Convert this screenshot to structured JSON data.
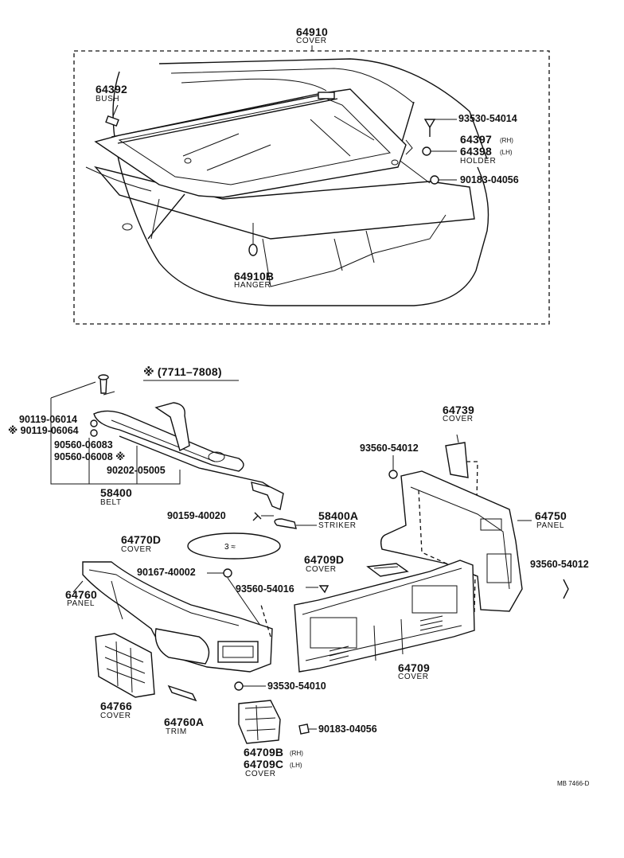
{
  "diagram": {
    "top_group": {
      "cover": {
        "part_no": "64910",
        "name": "COVER"
      },
      "bush": {
        "part_no": "64392",
        "name": "BUSH"
      },
      "screw_a": {
        "part_no": "93530-54014"
      },
      "holder": {
        "part_no_rh": "64397",
        "rh": "(RH)",
        "part_no_lh": "64398",
        "lh": "(LH)",
        "name": "HOLDER"
      },
      "clip_a": {
        "part_no": "90183-04056"
      },
      "hanger": {
        "part_no": "64910B",
        "name": "HANGER"
      }
    },
    "bottom_group": {
      "note": "※ (7711–7808)",
      "bolt_1": "90119-06014",
      "bolt_2": "※ 90119-06064",
      "washer_1": "90560-06083",
      "washer_2": "90560-06008 ※",
      "washer_3": "90202-05005",
      "belt": {
        "part_no": "58400",
        "name": "BELT"
      },
      "screw_b": "90159-40020",
      "striker": {
        "part_no": "58400A",
        "name": "STRIKER"
      },
      "cover_64770d": {
        "part_no": "64770D",
        "name": "COVER"
      },
      "screw_c": "90167-40002",
      "panel_64760": {
        "part_no": "64760",
        "name": "PANEL"
      },
      "screw_d": "93560-54016",
      "cover_64709d": {
        "part_no": "64709D",
        "name": "COVER"
      },
      "cover_64739": {
        "part_no": "64739",
        "name": "COVER"
      },
      "screw_e": "93560-54012",
      "panel_64750": {
        "part_no": "64750",
        "name": "PANEL"
      },
      "screw_f": "93560-54012",
      "cover_64709": {
        "part_no": "64709",
        "name": "COVER"
      },
      "screw_g": "93530-54010",
      "cover_64766": {
        "part_no": "64766",
        "name": "COVER"
      },
      "trim": {
        "part_no": "64760A",
        "name": "TRIM"
      },
      "clip_b": "90183-04056",
      "cover_64709bc": {
        "part_no_rh": "64709B",
        "rh": "(RH)",
        "part_no_lh": "64709C",
        "lh": "(LH)",
        "name": "COVER"
      },
      "ref_code": "MB 7466-D"
    }
  }
}
